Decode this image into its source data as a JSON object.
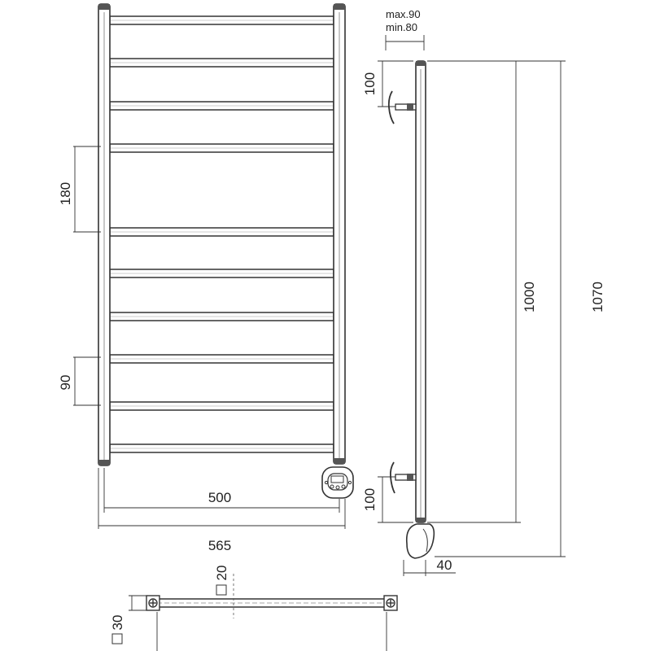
{
  "front_view": {
    "pitch_upper": "180",
    "pitch_lower": "90",
    "center_width": "500",
    "overall_width": "565"
  },
  "side_view": {
    "mount_range_max": "max.90",
    "mount_range_min": "min.80",
    "top_bracket_offset": "100",
    "bottom_bracket_offset": "100",
    "height_center": "1000",
    "height_overall": "1070",
    "depth_bottom": "40"
  },
  "top_view": {
    "rail_section": "20",
    "post_section": "30"
  }
}
